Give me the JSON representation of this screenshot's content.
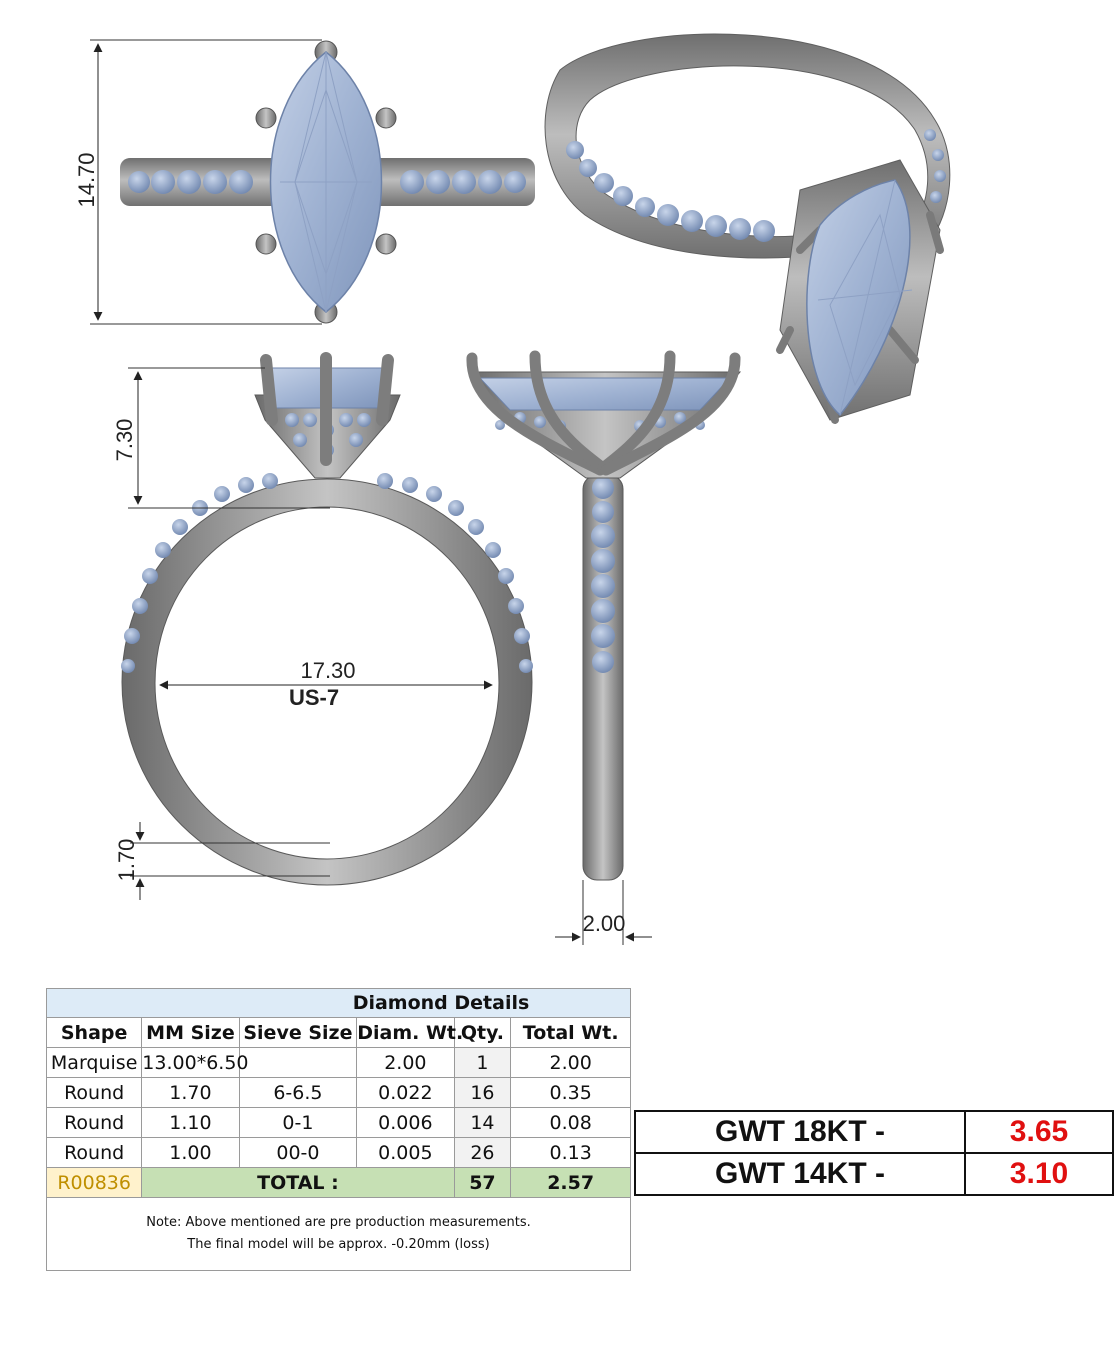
{
  "dimensions": {
    "top_height": "14.70",
    "head_height": "7.30",
    "inner_diameter": "17.30",
    "ring_size": "US-7",
    "band_thickness": "1.70",
    "band_width": "2.00"
  },
  "colors": {
    "metal": "#8e8e8e",
    "metal_light": "#c9c9c9",
    "stone": "#a8bad6",
    "stone_dark": "#7d93b8",
    "accent_red": "#e01010"
  },
  "diamond_table": {
    "title": "Diamond Details",
    "headers": [
      "Shape",
      "MM Size",
      "Sieve Size",
      "Diam. Wt.",
      "Qty.",
      "Total Wt."
    ],
    "rows": [
      [
        "Marquise",
        "13.00*6.50",
        "",
        "2.00",
        "1",
        "2.00"
      ],
      [
        "Round",
        "1.70",
        "6-6.5",
        "0.022",
        "16",
        "0.35"
      ],
      [
        "Round",
        "1.10",
        "0-1",
        "0.006",
        "14",
        "0.08"
      ],
      [
        "Round",
        "1.00",
        "00-0",
        "0.005",
        "26",
        "0.13"
      ]
    ],
    "total": {
      "code": "R00836",
      "label": "TOTAL :",
      "qty": "57",
      "weight": "2.57"
    },
    "note_line1": "Note: Above mentioned are pre production measurements.",
    "note_line2": "The final model will be approx. -0.20mm (loss)"
  },
  "weights": [
    {
      "label": "GWT 18KT  -",
      "value": "3.65"
    },
    {
      "label": "GWT 14KT  -",
      "value": "3.10"
    }
  ]
}
